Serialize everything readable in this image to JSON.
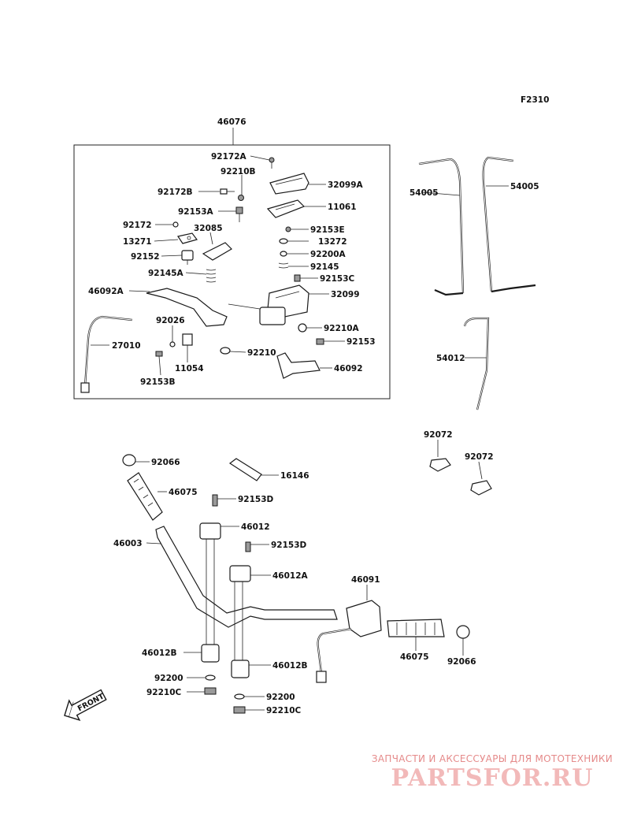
{
  "figure_code": "F2310",
  "group_label": "46076",
  "labels": {
    "l92172A": "92172A",
    "l92210B": "92210B",
    "l32099A": "32099A",
    "l92172B": "92172B",
    "l11061": "11061",
    "l92153A": "92153A",
    "l92172": "92172",
    "l32085": "32085",
    "l92153E": "92153E",
    "l13271": "13271",
    "l13272": "13272",
    "l92152": "92152",
    "l92200A": "92200A",
    "l92145A": "92145A",
    "l92145": "92145",
    "l92153C": "92153C",
    "l46092A": "46092A",
    "l32099": "32099",
    "l92026": "92026",
    "l92210A": "92210A",
    "l27010": "27010",
    "l92153a": "92153",
    "l11054": "11054",
    "l92210": "92210",
    "l46092": "46092",
    "l92153B": "92153B",
    "l54005a": "54005",
    "l54005b": "54005",
    "l54012": "54012",
    "l92072a": "92072",
    "l92072b": "92072",
    "l92066a": "92066",
    "l16146": "16146",
    "l46075a": "46075",
    "l92153D1": "92153D",
    "l46012": "46012",
    "l46003": "46003",
    "l92153D2": "92153D",
    "l46012A": "46012A",
    "l46091": "46091",
    "l46012B1": "46012B",
    "l46075b": "46075",
    "l92066b": "92066",
    "l46012B2": "46012B",
    "l92200a": "92200",
    "l92210C1": "92210C",
    "l92200b": "92200",
    "l92210C2": "92210C"
  },
  "front_label": "FRONT",
  "watermark": {
    "tagline": "ЗАПЧАСТИ И АКСЕССУАРЫ ДЛЯ МОТОТЕХНИКИ",
    "logo": "PARTSFOR.RU"
  }
}
